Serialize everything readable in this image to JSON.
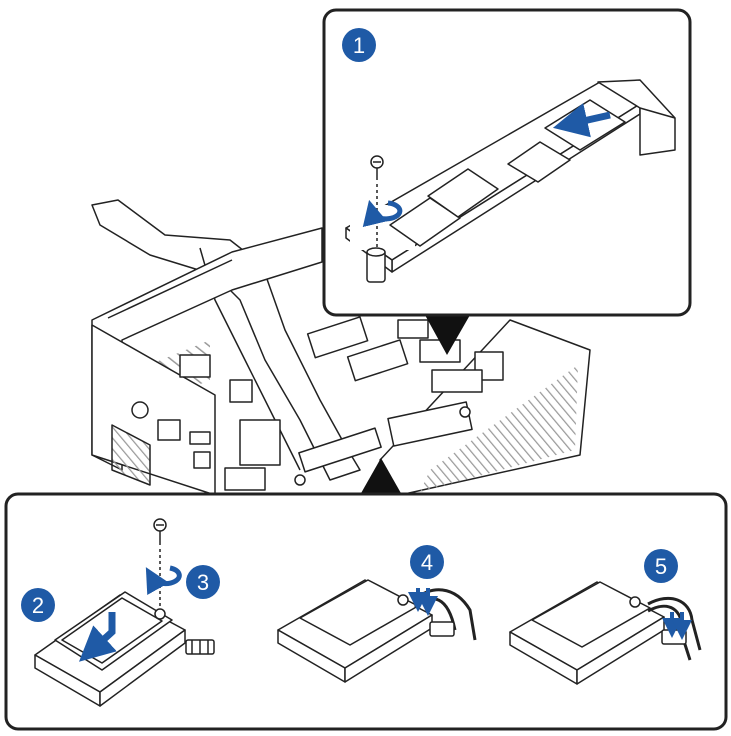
{
  "colors": {
    "step_badge": "#1f5aa6",
    "arrow": "#1f5aa6",
    "outline": "#222222",
    "hatch": "#9a9a9a",
    "panel_border": "#222222",
    "pointer": "#111111"
  },
  "steps": [
    {
      "number": "1",
      "panel": "top-inset",
      "icon": "screw-icon"
    },
    {
      "number": "2",
      "panel": "bottom",
      "icon": "insert-arrow-icon"
    },
    {
      "number": "3",
      "panel": "bottom",
      "icon": "screw-icon"
    },
    {
      "number": "4",
      "panel": "bottom",
      "icon": "antenna-connector-icon"
    },
    {
      "number": "5",
      "panel": "bottom",
      "icon": "antenna-connector-icon"
    }
  ]
}
